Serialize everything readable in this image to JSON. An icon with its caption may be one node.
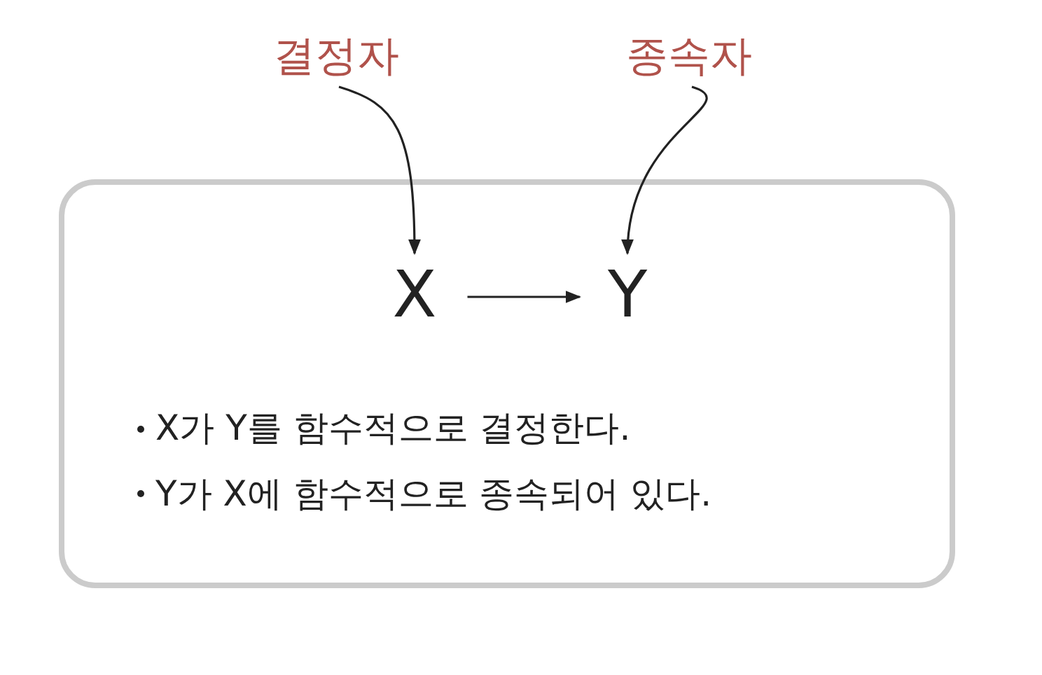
{
  "diagram": {
    "nodes": [
      {
        "text": [
          "결정자"
        ]
      },
      {
        "text": [
          "종속자"
        ]
      },
      {
        "text": [
          "X가 Y를 함수적으로 결정한다.",
          "Y가 X에 함수적으로 종속되어 있다."
        ]
      },
      {
        "text": [
          "X"
        ],
        "in": 2
      },
      {
        "text": [
          "Y"
        ],
        "in": 2
      }
    ],
    "edges": [
      {
        "from": 0,
        "to": 3,
        "arrow": "to"
      },
      {
        "from": 1,
        "to": 4,
        "arrow": "to"
      },
      {
        "from": 3,
        "to": 4,
        "arrow": "to"
      }
    ]
  }
}
